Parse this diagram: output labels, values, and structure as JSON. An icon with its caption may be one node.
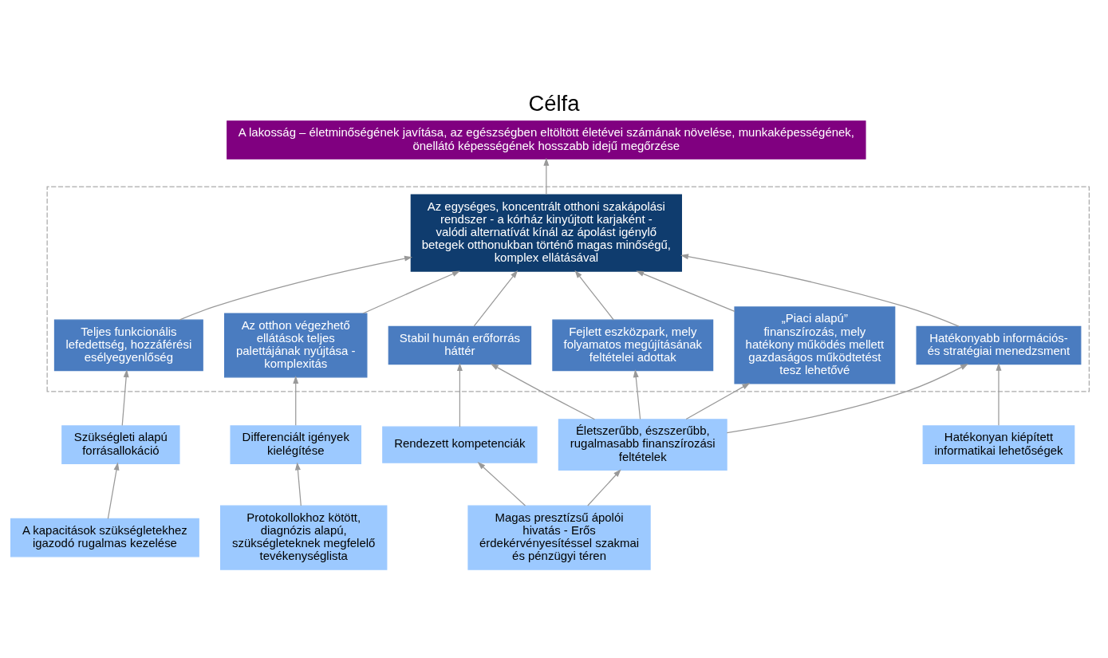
{
  "diagram": {
    "title": "Célfa",
    "nodes": [
      {
        "text": [
          "A lakosság – életminőségének javítása, az egészségben eltöltött életévei számának növelése, munkaképességének, önellátó képességének hosszabb idejű megőrzése"
        ]
      },
      {
        "text": [],
        "shape": "box"
      },
      {
        "text": [
          "Az egységes, koncentrált otthoni szakápolási rendszer - a kórház kinyújtott karjaként - valódi alternatívát kínál az ápolást igénylő betegek otthonukban történő magas minőségű, komplex ellátásával"
        ],
        "in": 1
      },
      {
        "text": [
          "Teljes funkcionális lefedettség, hozzáférési esélyegyenlőség"
        ],
        "in": 1
      },
      {
        "text": [
          "Az otthon végezhető ellátások teljes palettájának nyújtása - komplexitás"
        ],
        "in": 1
      },
      {
        "text": [
          "Stabil humán erőforrás háttér"
        ],
        "in": 1
      },
      {
        "text": [
          "Fejlett eszközpark, mely folyamatos megújításának feltételei adottak"
        ],
        "in": 1
      },
      {
        "text": [
          "„Piaci alapú” finanszírozás, mely hatékony működés mellett gazdaságos működtetést tesz lehetővé"
        ],
        "in": 1
      },
      {
        "text": [
          "Hatékonyabb információs- és stratégiai menedzsment"
        ],
        "in": 1
      },
      {
        "text": [
          "Szükségleti alapú forrásallokáció"
        ]
      },
      {
        "text": [
          "Differenciált igények kielégítése"
        ]
      },
      {
        "text": [
          "Rendezett kompetenciák"
        ]
      },
      {
        "text": [
          "Életszerűbb, észszerűbb, rugalmasabb finanszírozási feltételek"
        ]
      },
      {
        "text": [
          "A kapacitások szükségletekhez igazodó rugalmas kezelése"
        ]
      },
      {
        "text": [
          "Protokollokhoz kötött, diagnózis alapú, szükségleteknek megfelelő tevékenységlista"
        ]
      },
      {
        "text": [
          "Magas presztízsű ápolói hivatás - Erős érdekérvényesítéssel szakmai és pénzügyi téren"
        ]
      },
      {
        "text": [
          "Hatékonyan kiépített informatikai lehetőségek"
        ]
      }
    ],
    "edges": [
      {
        "from": 2,
        "to": 0,
        "arrow": "to"
      },
      {
        "from": 3,
        "to": 2,
        "arrow": "to"
      },
      {
        "from": 4,
        "to": 2,
        "arrow": "to"
      },
      {
        "from": 5,
        "to": 2,
        "arrow": "to"
      },
      {
        "from": 6,
        "to": 2,
        "arrow": "to"
      },
      {
        "from": 7,
        "to": 2,
        "arrow": "to"
      },
      {
        "from": 8,
        "to": 2,
        "arrow": "to"
      },
      {
        "from": 9,
        "to": 3,
        "arrow": "to"
      },
      {
        "from": 10,
        "to": 4,
        "arrow": "to"
      },
      {
        "from": 11,
        "to": 5,
        "arrow": "to"
      },
      {
        "from": 12,
        "to": 5,
        "arrow": "to"
      },
      {
        "from": 12,
        "to": 6,
        "arrow": "to"
      },
      {
        "from": 12,
        "to": 7,
        "arrow": "to"
      },
      {
        "from": 12,
        "to": 8,
        "arrow": "to"
      },
      {
        "from": 13,
        "to": 9,
        "arrow": "to"
      },
      {
        "from": 14,
        "to": 10,
        "arrow": "to"
      },
      {
        "from": 15,
        "to": 11,
        "arrow": "to"
      },
      {
        "from": 15,
        "to": 12,
        "arrow": "to"
      },
      {
        "from": 16,
        "to": 8,
        "arrow": "to"
      }
    ]
  }
}
